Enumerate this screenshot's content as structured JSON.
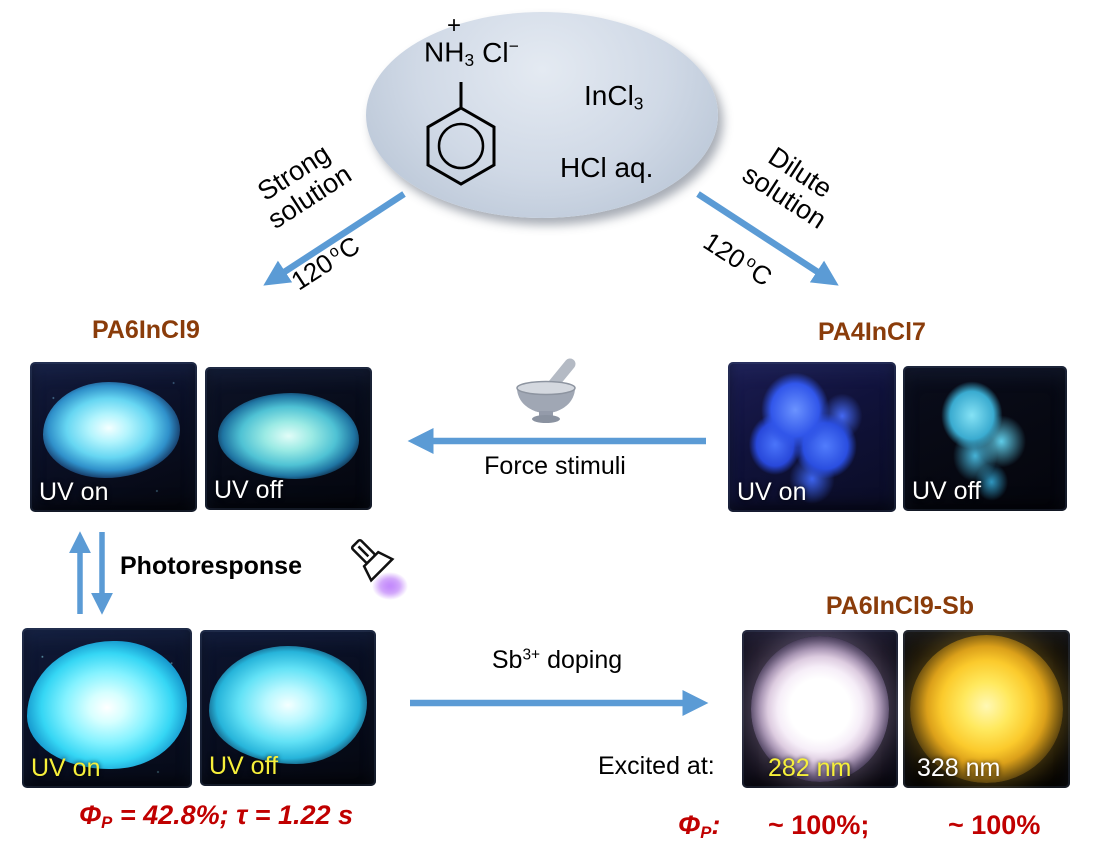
{
  "reaction": {
    "charge_plus": "+",
    "amine_nh": "NH",
    "amine_nh_sub": "3",
    "amine_cl": "Cl",
    "amine_charge": "−",
    "reagent_in": "InCl",
    "reagent_in_sub": "3",
    "reagent_acid": "HCl aq.",
    "left_path": {
      "line1": "Strong",
      "line2": "solution",
      "temp": "120",
      "deg": "o",
      "unit": "C"
    },
    "right_path": {
      "line1": "Dilute",
      "line2": "solution",
      "temp": "120",
      "deg": "o",
      "unit": "C"
    }
  },
  "products": {
    "pa6": "PA6InCl9",
    "pa4": "PA4InCl7",
    "pa6sb": "PA6InCl9-Sb"
  },
  "captions": {
    "pa6_on": "UV on",
    "pa6_off": "UV off",
    "pa4_on": "UV on",
    "pa4_off": "UV off",
    "resp_on": "UV on",
    "resp_off": "UV off",
    "sb_282": "282 nm",
    "sb_328": "328 nm"
  },
  "processes": {
    "force": "Force stimuli",
    "photoresponse": "Photoresponse",
    "doping_el": "Sb",
    "doping_sup": "3+",
    "doping_rest": " doping",
    "excited": "Excited at:"
  },
  "metrics": {
    "phi": "Φ",
    "phi_sub": "P",
    "left_values": " = 42.8%; τ = 1.22 s",
    "colon": ":",
    "right_v1": "~ 100%;",
    "right_v2": "~ 100%"
  },
  "colors": {
    "arrow_blue": "#5B9BD5",
    "product_label": "#8A3C0A",
    "metric_red": "#C00000",
    "uv_caption_yellow": "#F6EF3A"
  }
}
